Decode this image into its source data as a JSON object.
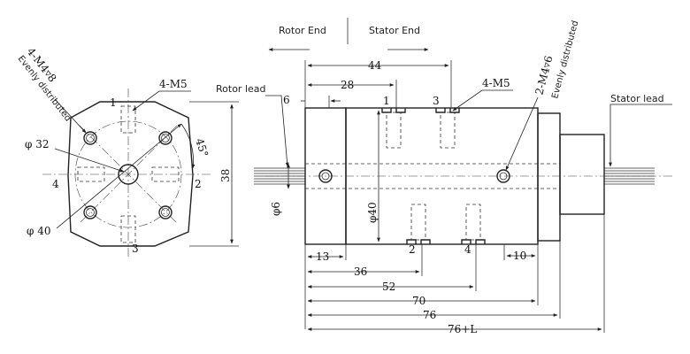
{
  "headers": {
    "rotor_end": "Rotor End",
    "stator_end": "Stator End"
  },
  "leads": {
    "rotor": "Rotor lead",
    "stator": "Stator lead"
  },
  "front_view": {
    "holes_spec": "4-M4▿8",
    "holes_note": "Evenly distributed",
    "thread_spec": "4-M5",
    "dia_bolt": "φ 32",
    "dia_outer": "φ 40",
    "angle": "45°",
    "height": "38",
    "ports": [
      "1",
      "2",
      "3",
      "4"
    ]
  },
  "side_view": {
    "holes_spec": "2-M4▿6",
    "holes_note": "Evenly distributed",
    "thread_spec": "4-M5",
    "shaft_dia": "φ6",
    "body_dia": "φ40",
    "ports": [
      "1",
      "2",
      "3",
      "4"
    ],
    "dims": {
      "d6": "6",
      "d28": "28",
      "d44": "44",
      "d13": "13",
      "d36": "36",
      "d52": "52",
      "d70": "70",
      "d76": "76",
      "d76L": "76+L",
      "d10": "10"
    }
  }
}
